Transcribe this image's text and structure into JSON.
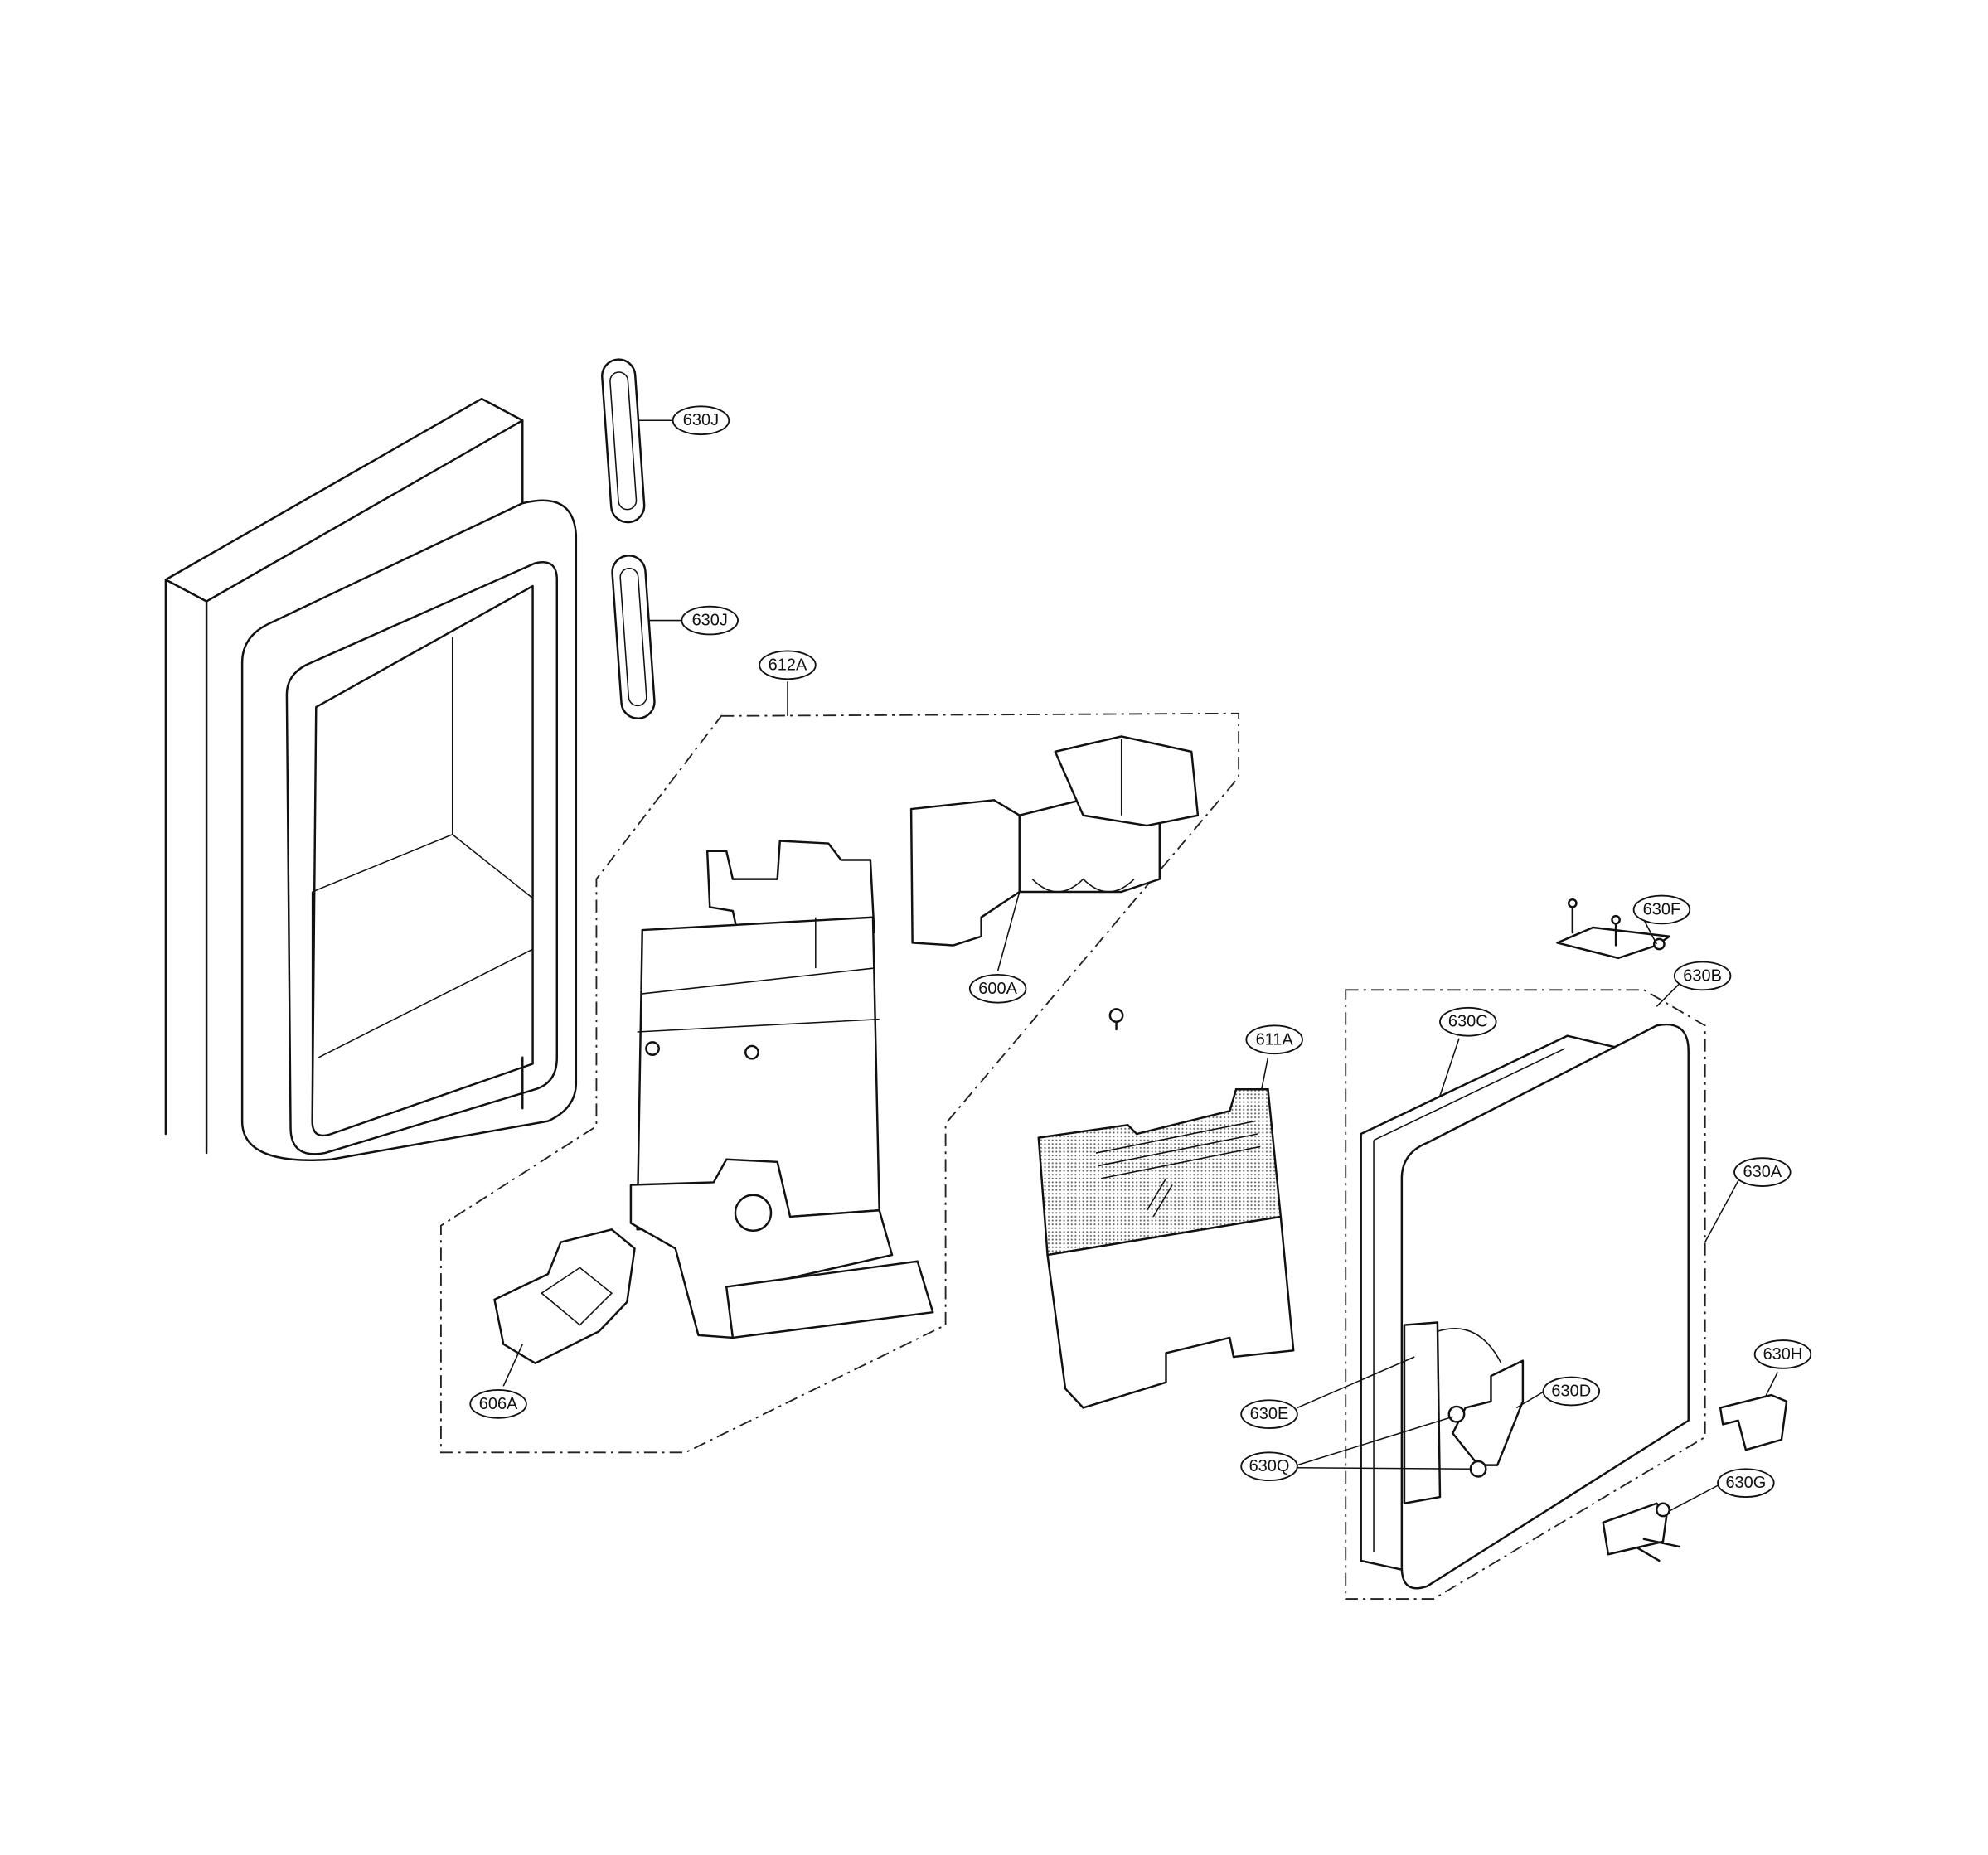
{
  "diagram": {
    "type": "exploded parts diagram",
    "callouts": [
      {
        "id": "630J_top",
        "label": "630J"
      },
      {
        "id": "630J_bottom",
        "label": "630J"
      },
      {
        "id": "612A",
        "label": "612A"
      },
      {
        "id": "600A",
        "label": "600A"
      },
      {
        "id": "630F",
        "label": "630F"
      },
      {
        "id": "630B",
        "label": "630B"
      },
      {
        "id": "630C",
        "label": "630C"
      },
      {
        "id": "611A",
        "label": "611A"
      },
      {
        "id": "630A",
        "label": "630A"
      },
      {
        "id": "630H",
        "label": "630H"
      },
      {
        "id": "630D",
        "label": "630D"
      },
      {
        "id": "630E",
        "label": "630E"
      },
      {
        "id": "630Q",
        "label": "630Q"
      },
      {
        "id": "630G",
        "label": "630G"
      },
      {
        "id": "606A",
        "label": "606A"
      }
    ]
  }
}
